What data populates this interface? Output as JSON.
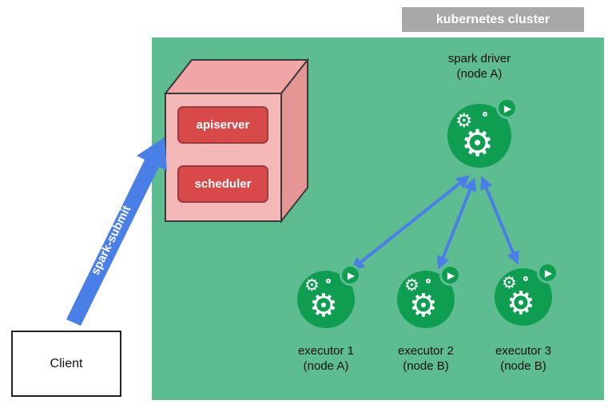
{
  "cluster": {
    "label": "kubernetes cluster"
  },
  "control_plane": {
    "items": [
      {
        "label": "apiserver"
      },
      {
        "label": "scheduler"
      }
    ]
  },
  "driver": {
    "title": "spark driver",
    "node": "(node A)"
  },
  "executors": [
    {
      "title": "executor 1",
      "node": "(node A)"
    },
    {
      "title": "executor 2",
      "node": "(node B)"
    },
    {
      "title": "executor 3",
      "node": "(node B)"
    }
  ],
  "client": {
    "label": "Client"
  },
  "submit_arrow": {
    "label": "spark-submit"
  },
  "icons": {
    "gear": "⚙",
    "play": "▶"
  },
  "colors": {
    "cluster_bg": "#5ebd90",
    "accent_blue": "#4b7fe8",
    "pod_green": "#0f9d51",
    "button_red": "#d84a4a",
    "button_border": "#9a3c3c",
    "box_front": "#f5b8b8",
    "box_top": "#f0a6a6",
    "box_side": "#e69595",
    "label_gray": "#a8a8a8"
  }
}
